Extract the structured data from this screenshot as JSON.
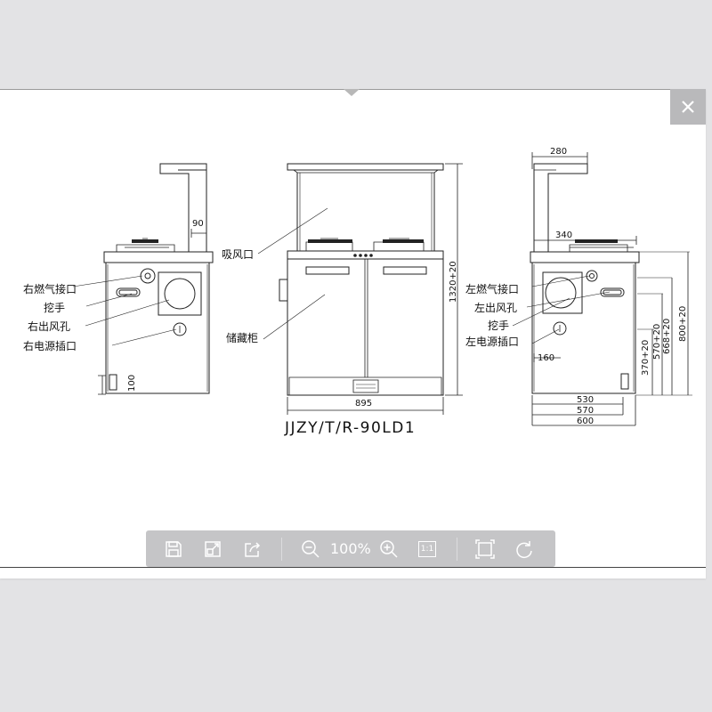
{
  "viewer": {
    "close_icon": "close-icon",
    "zoom_level": "100%",
    "toolbar_icons": [
      "save-icon",
      "export-icon",
      "share-icon",
      "zoom-out-icon",
      "zoom-in-icon",
      "actual-size-icon",
      "fit-to-window-icon",
      "rotate-icon"
    ],
    "actual_size_label": "1:1"
  },
  "drawing": {
    "model": "JJZY/T/R-90LD1",
    "left_labels": {
      "gas_inlet": "右燃气接口",
      "handle": "挖手",
      "vent": "右出风孔",
      "power": "右电源插口"
    },
    "center_labels": {
      "suction": "吸风口",
      "cabinet": "储藏柜"
    },
    "right_labels": {
      "gas_inlet": "左燃气接口",
      "vent": "左出风孔",
      "handle": "挖手",
      "power": "左电源插口"
    },
    "dims": {
      "d90": "90",
      "d100": "100",
      "d895": "895",
      "d1320": "1320+20",
      "d280": "280",
      "d340": "340",
      "d160": "160",
      "d530": "530",
      "d570": "570",
      "d600": "600",
      "d370": "370+20",
      "d570v": "570+20",
      "d668": "668+20",
      "d800": "800+20"
    }
  }
}
